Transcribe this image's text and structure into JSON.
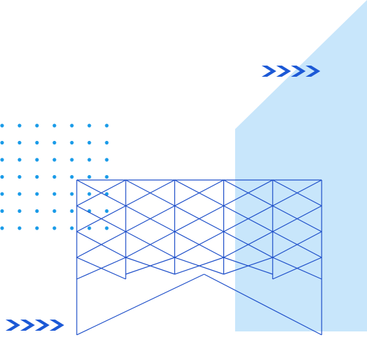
{
  "colors": {
    "background": "#ffffff",
    "panel": "#c8e6fb",
    "accent_blue": "#1c59d6",
    "dot_blue": "#1a9be8",
    "lattice_stroke": "#1e4fc9"
  },
  "decorations": {
    "dot_grid": {
      "rows": 7,
      "cols": 7
    },
    "chevron_groups": [
      {
        "name": "chevron-arrows-top",
        "count": 4
      },
      {
        "name": "chevron-arrows-bottom",
        "count": 4
      }
    ],
    "lattice": {
      "columns": 5,
      "rows": 6
    }
  }
}
